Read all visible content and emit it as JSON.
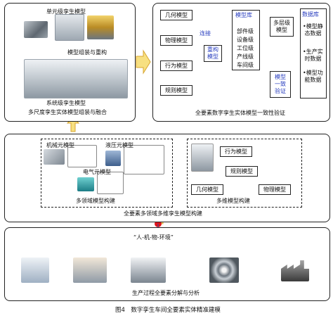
{
  "top_left": {
    "unit_model": "单元级孪生模型",
    "assembly": "模型组装与重构",
    "system_model": "系统级孪生模型",
    "fusion": "多尺度孪生实体模型组装与融合"
  },
  "top_right": {
    "geometry": "几何模型",
    "physics": "物理模型",
    "behavior": "行为模型",
    "rule": "规则模型",
    "connect": "连接",
    "rebuild": "重构\n模型",
    "model_lib_title": "模型库",
    "model_lib_items": [
      "部件级",
      "设备级",
      "工位级",
      "产线级",
      "车间级"
    ],
    "multilayer": "多层级\n模型",
    "consistency": "模型\n一致\n验证",
    "database_title": "数据库",
    "database_items": [
      "模型静态数据",
      "生产实时数据",
      "模型功能数据"
    ],
    "caption": "全要素数字孪生实体模型一致性验证"
  },
  "middle": {
    "mech": "机械元模型",
    "hydraulic": "液压元模型",
    "electric": "电气元模型",
    "multi_domain": "多领域模型构建",
    "behavior": "行为模型",
    "rule": "规则模型",
    "geometry": "几何模型",
    "physics": "物理模型",
    "multi_dim": "多维模型构建",
    "caption": "全要素多领域多维孪生模型构建"
  },
  "bottom": {
    "hmm": "“人-机-物-环境”",
    "caption": "生产过程全要素分解与分析"
  },
  "figure_caption": "图4　数字孪生车间全要素实体精准建模",
  "colors": {
    "arrow_fill": "#f7e081",
    "arrow_stroke": "#d8a630",
    "bus_line": "#2f4f9f",
    "node": "#4a86d6",
    "root_node": "#e0141c"
  }
}
